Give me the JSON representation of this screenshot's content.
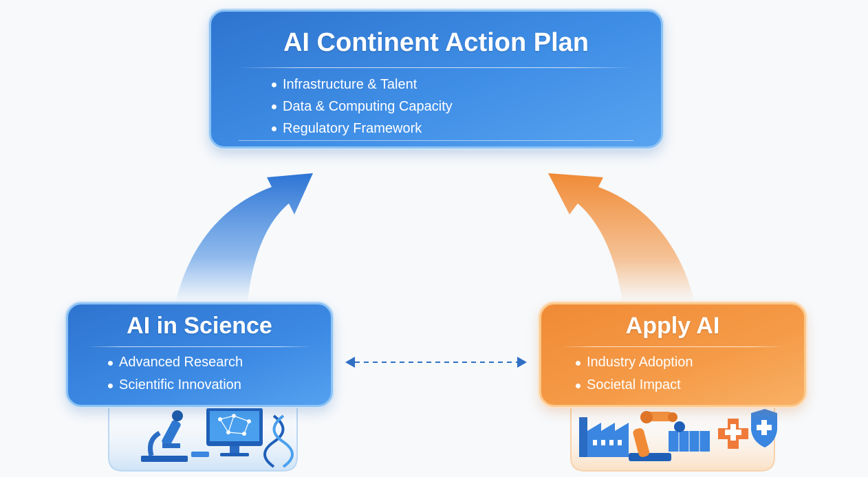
{
  "top_box": {
    "title": "AI Continent Action Plan",
    "items": [
      "Infrastructure & Talent",
      "Data & Computing Capacity",
      "Regulatory Framework"
    ]
  },
  "left_box": {
    "title": "AI in Science",
    "items": [
      "Advanced Research",
      "Scientific Innovation"
    ],
    "illustration_icons": [
      "microscope-icon",
      "computer-network-icon",
      "dna-icon"
    ]
  },
  "right_box": {
    "title": "Apply AI",
    "items": [
      "Industry Adoption",
      "Societal Impact"
    ],
    "illustration_icons": [
      "factory-icon",
      "robot-arm-icon",
      "medical-cross-icon",
      "shield-icon"
    ]
  },
  "colors": {
    "blue_primary": "#3a86e0",
    "orange_primary": "#f39340",
    "background": "#f7f9fb",
    "connector": "#2f6fc4"
  }
}
